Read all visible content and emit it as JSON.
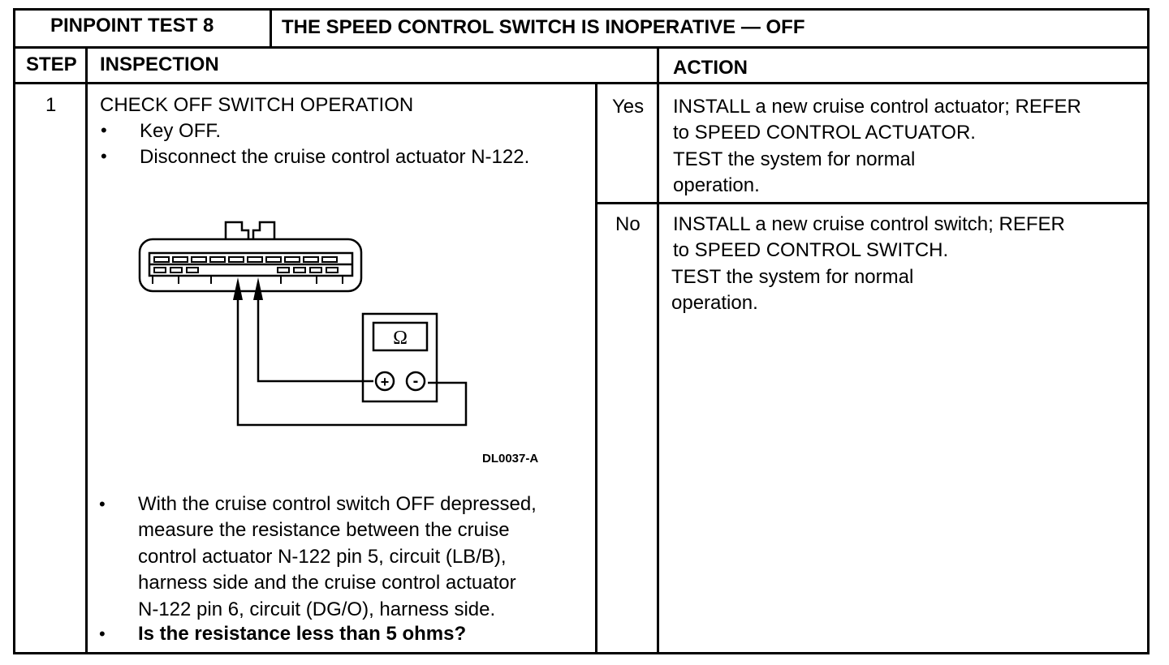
{
  "header": {
    "test_label": "PINPOINT TEST 8",
    "test_title": "THE SPEED CONTROL SWITCH IS INOPERATIVE — OFF"
  },
  "columns": {
    "step": "STEP",
    "inspection": "INSPECTION",
    "action": "ACTION"
  },
  "row": {
    "step_number": "1",
    "check_title": "CHECK OFF SWITCH OPERATION",
    "pre_steps": [
      "Key OFF.",
      "Disconnect the cruise control actuator N-122."
    ],
    "diagram": {
      "meter_symbol": "Ω",
      "plus_symbol": "+",
      "minus_symbol": "-",
      "code": "DL0037-A"
    },
    "measure_lines": [
      "With the cruise control switch OFF depressed,",
      "measure the resistance between the cruise",
      "control actuator N-122 pin 5, circuit (LB/B),",
      "harness side and the cruise control actuator",
      "N-122 pin 6, circuit (DG/O), harness side."
    ],
    "question": "Is the resistance less than 5 ohms?",
    "bullet_symbol": "•"
  },
  "results": [
    {
      "answer": "Yes",
      "action_lines": [
        "INSTALL a new cruise control actuator; REFER",
        "to SPEED CONTROL ACTUATOR.",
        "TEST the system for normal",
        "operation."
      ]
    },
    {
      "answer": "No",
      "action_lines": [
        "INSTALL a new cruise control switch; REFER",
        "to SPEED CONTROL SWITCH.",
        "TEST the system for normal",
        "operation."
      ]
    }
  ]
}
